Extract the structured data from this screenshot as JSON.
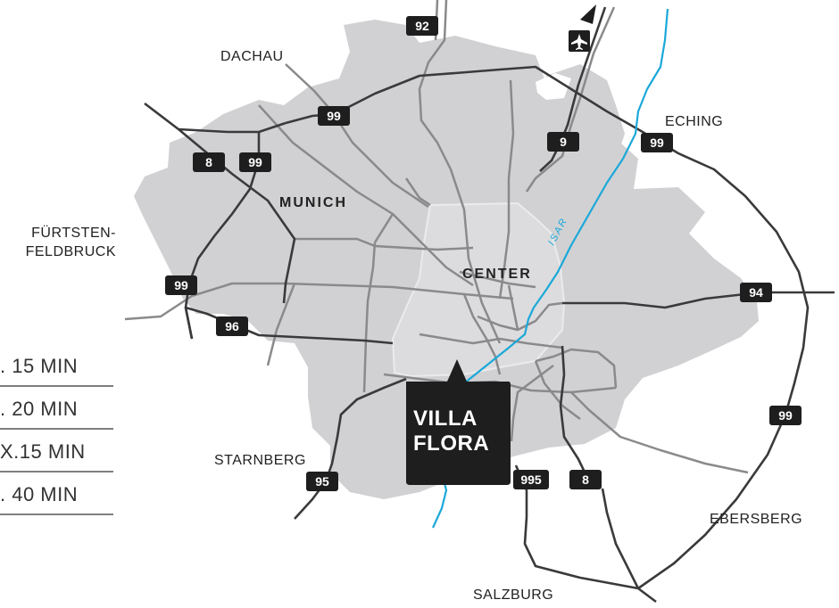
{
  "places": {
    "dachau": "DACHAU",
    "eching": "ECHING",
    "fuerstenfeldbruck_line1": "FÜRTSTEN-",
    "fuerstenfeldbruck_line2": "FELDBRUCK",
    "starnberg": "STARNBERG",
    "ebersberg": "EBERSBERG",
    "salzburg": "SALZBURG"
  },
  "districts": {
    "munich": "MUNICH",
    "center": "CENTER"
  },
  "river": {
    "name": "ISAR",
    "color": "#1ba8d9"
  },
  "shields": {
    "a92": "92",
    "a99_north": "99",
    "a9": "9",
    "a99_ne": "99",
    "a8_west": "8",
    "a99_west": "99",
    "a99_sw": "99",
    "a96": "96",
    "a94": "94",
    "a99_east": "99",
    "a95": "95",
    "a995": "995",
    "a8_south": "8"
  },
  "callout": {
    "line1": "VILLA",
    "line2": "FLORA"
  },
  "distances": [
    ". 15 MIN",
    ". 20 MIN",
    "X.15 MIN",
    ". 40 MIN"
  ],
  "icons": {
    "airport": "airplane-icon",
    "direction": "north-arrow-icon"
  },
  "colors": {
    "area": "#d1d1d3",
    "inner_area": "#dcdcde",
    "road_dark": "#3a3a3c",
    "road_mid": "#8a8a8c",
    "shield": "#1e1e1e",
    "callout": "#1e1e1e"
  }
}
